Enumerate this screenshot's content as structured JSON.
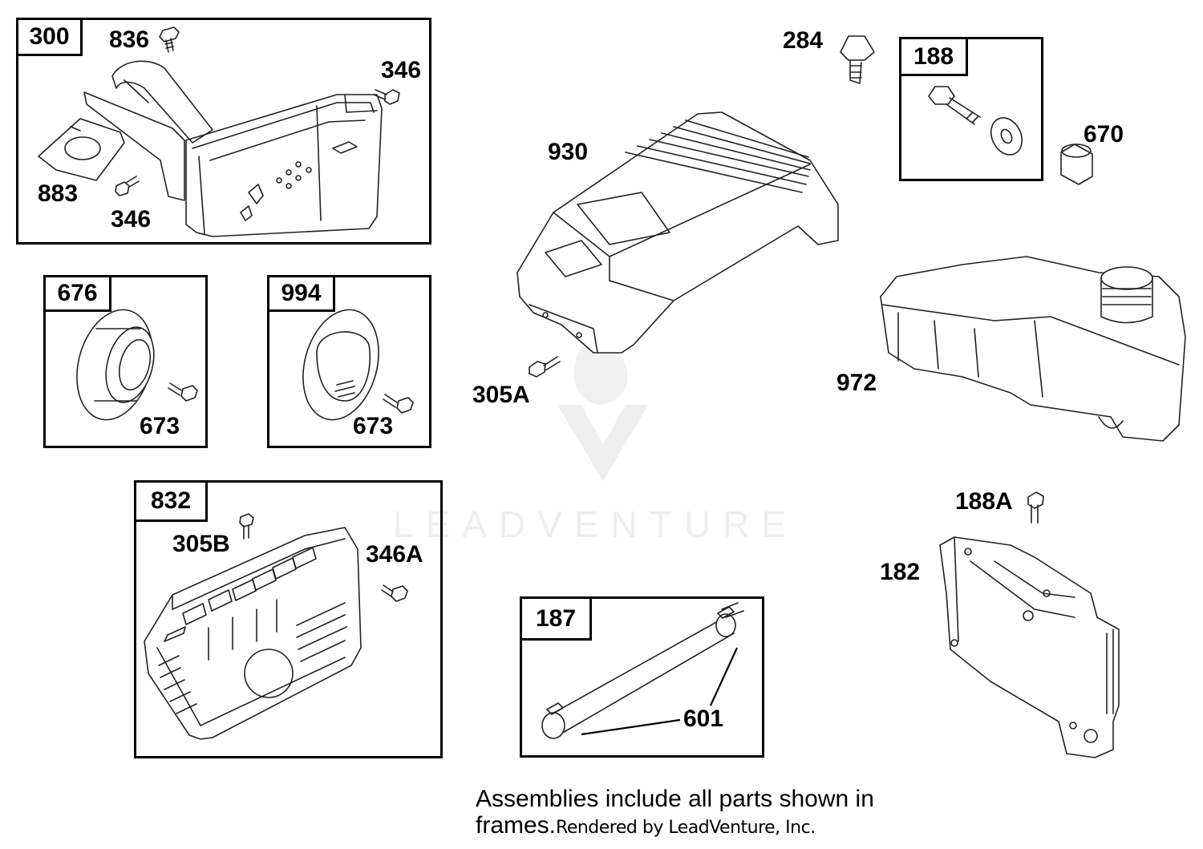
{
  "frames": {
    "f300": "300",
    "f676": "676",
    "f994": "994",
    "f832": "832",
    "f187": "187",
    "f188": "188"
  },
  "labels": {
    "l836": "836",
    "l346_top": "346",
    "l883": "883",
    "l346_bot": "346",
    "l673_a": "673",
    "l673_b": "673",
    "l305B": "305B",
    "l346A": "346A",
    "l601": "601",
    "l284": "284",
    "l670": "670",
    "l930": "930",
    "l305A": "305A",
    "l972": "972",
    "l188A": "188A",
    "l182": "182"
  },
  "footer": {
    "note_line1": "Assemblies include all parts shown in",
    "note_line2": "frames.",
    "rendered_by": "Rendered by LeadVenture, Inc."
  },
  "watermark": {
    "text": "LEADVENTURE"
  },
  "colors": {
    "line": "#000000",
    "watermark": "#eeeeee",
    "background": "#ffffff"
  }
}
